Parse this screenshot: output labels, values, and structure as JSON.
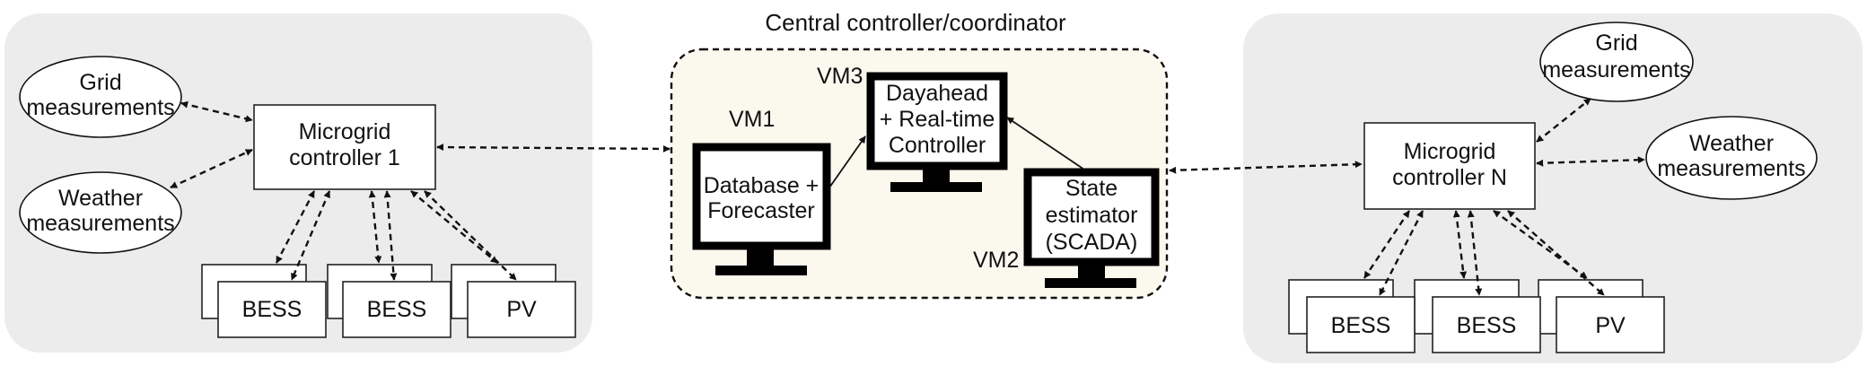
{
  "central": {
    "title": "Central controller/coordinator",
    "vm1": {
      "label": "VM1",
      "lines": [
        "Database +",
        "Forecaster"
      ]
    },
    "vm3": {
      "label": "VM3",
      "lines": [
        "Dayahead",
        "+ Real-time",
        "Controller"
      ]
    },
    "vm2": {
      "label": "VM2",
      "lines": [
        "State",
        "estimator",
        "(SCADA)"
      ]
    }
  },
  "left": {
    "grid": [
      "Grid",
      "measurements"
    ],
    "weather": [
      "Weather",
      "measurements"
    ],
    "controller": [
      "Microgrid",
      "controller 1"
    ],
    "assets": [
      "BESS",
      "BESS",
      "PV"
    ]
  },
  "right": {
    "grid": [
      "Grid",
      "measurements"
    ],
    "weather": [
      "Weather",
      "measurements"
    ],
    "controller": [
      "Microgrid",
      "controller N"
    ],
    "assets": [
      "BESS",
      "BESS",
      "PV"
    ]
  }
}
